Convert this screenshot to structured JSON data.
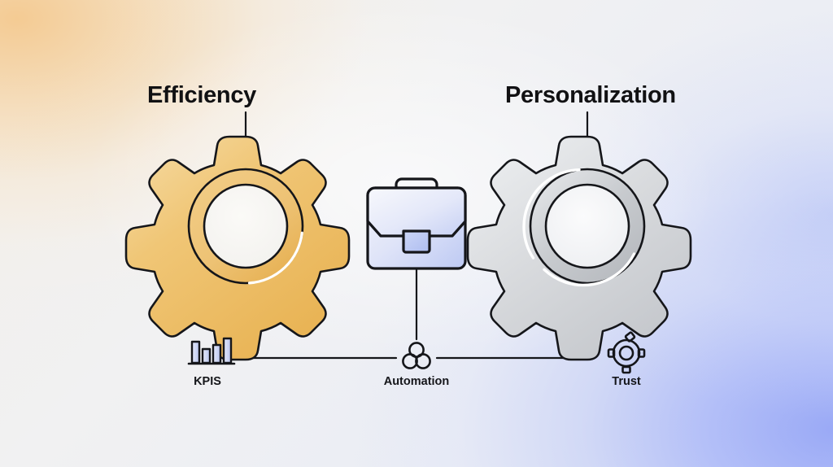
{
  "background": {
    "warm_accent": "#f4c88c",
    "cool_accent": "#96a6f6",
    "neutral": "#f1f1f2"
  },
  "diagram": {
    "type": "concept-diagram",
    "stroke_color": "#15161a",
    "nodes": [
      {
        "id": "efficiency",
        "title": "Efficiency",
        "icon": "gear-icon",
        "fill": "#efbc63",
        "fill_light": "#f4d79a",
        "teeth": 8
      },
      {
        "id": "personalization",
        "title": "Personalization",
        "icon": "gear-icon",
        "fill": "#c9ccd1",
        "fill_light": "#e6e7ea",
        "teeth": 8
      },
      {
        "id": "briefcase",
        "title": "",
        "icon": "briefcase-icon",
        "fill": "#c3cef5",
        "fill_light": "#eef1fb"
      }
    ],
    "footer_nodes": [
      {
        "id": "kpis",
        "label": "KPIS",
        "icon": "bar-chart-icon",
        "fill": "#c6cff2"
      },
      {
        "id": "automation",
        "label": "Automation",
        "icon": "three-circles-icon",
        "fill": "none"
      },
      {
        "id": "trust",
        "label": "Trust",
        "icon": "badge-target-icon",
        "fill": "none"
      }
    ],
    "connectors": [
      {
        "from": "efficiency-title",
        "to": "efficiency-gear"
      },
      {
        "from": "personalization-title",
        "to": "personalization-gear"
      },
      {
        "from": "efficiency-gear",
        "to": "automation"
      },
      {
        "from": "personalization-gear",
        "to": "automation"
      },
      {
        "from": "briefcase",
        "to": "automation"
      }
    ]
  }
}
